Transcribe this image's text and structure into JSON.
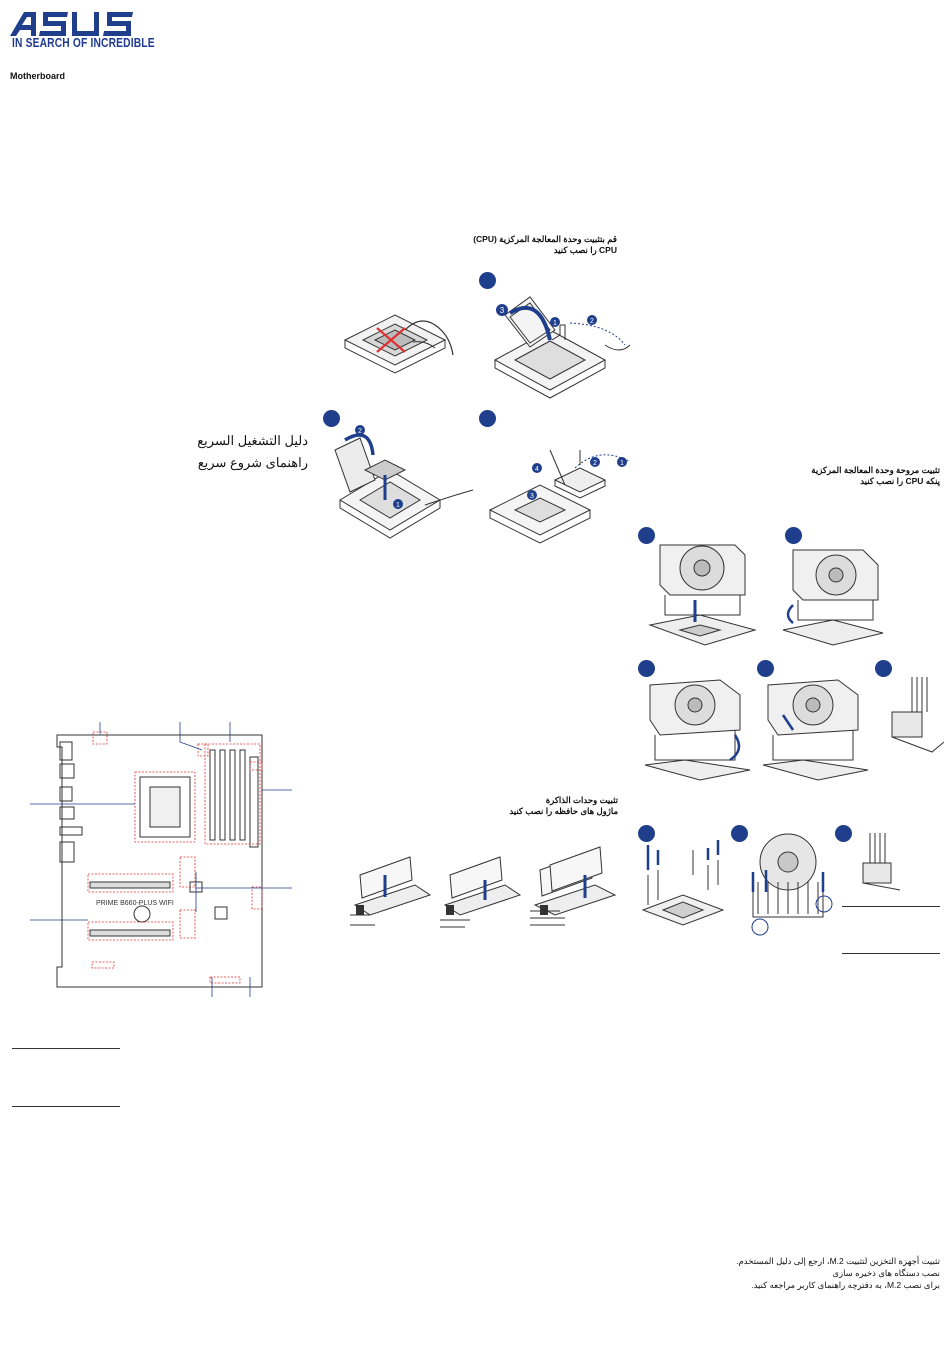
{
  "brand": {
    "logo_text": "ASUS",
    "tagline": "IN SEARCH OF INCREDIBLE",
    "color": "#1f3e8c"
  },
  "product": {
    "label": "Motherboard"
  },
  "cover": {
    "title_ar": "دليل التشغيل السريع",
    "title_fa": "راهنمای شروع سریع"
  },
  "cpu_section": {
    "heading_ar": "قم بتثبيت وحدة المعالجة المركزية (CPU)",
    "heading_fa": "CPU را نصب کنید",
    "callouts": [
      "1",
      "2",
      "3",
      "4"
    ]
  },
  "fan_section": {
    "heading_ar": "تثبيت مروحة وحدة المعالجة المركزية",
    "heading_fa": "پنکه CPU را نصب کنید"
  },
  "memory_section": {
    "heading_ar": "تثبيت وحدات الذاكرة",
    "heading_fa": "ماژول های حافظه را نصب کنید"
  },
  "board": {
    "model_label": "PRIME B660-PLUS WIFI"
  },
  "m2_section": {
    "line1_ar": "تثبيت أجهزة التخزين لتثبيت M.2، ارجع إلى دليل المستخدم.",
    "line2_fa": "نصب دستگاه های ذخیره سازی",
    "line3_fa": "برای نصب M.2، به دفترچه راهنمای کاربر مراجعه کنید."
  },
  "colors": {
    "accent": "#1f3e8c",
    "highlight": "#e03030"
  }
}
